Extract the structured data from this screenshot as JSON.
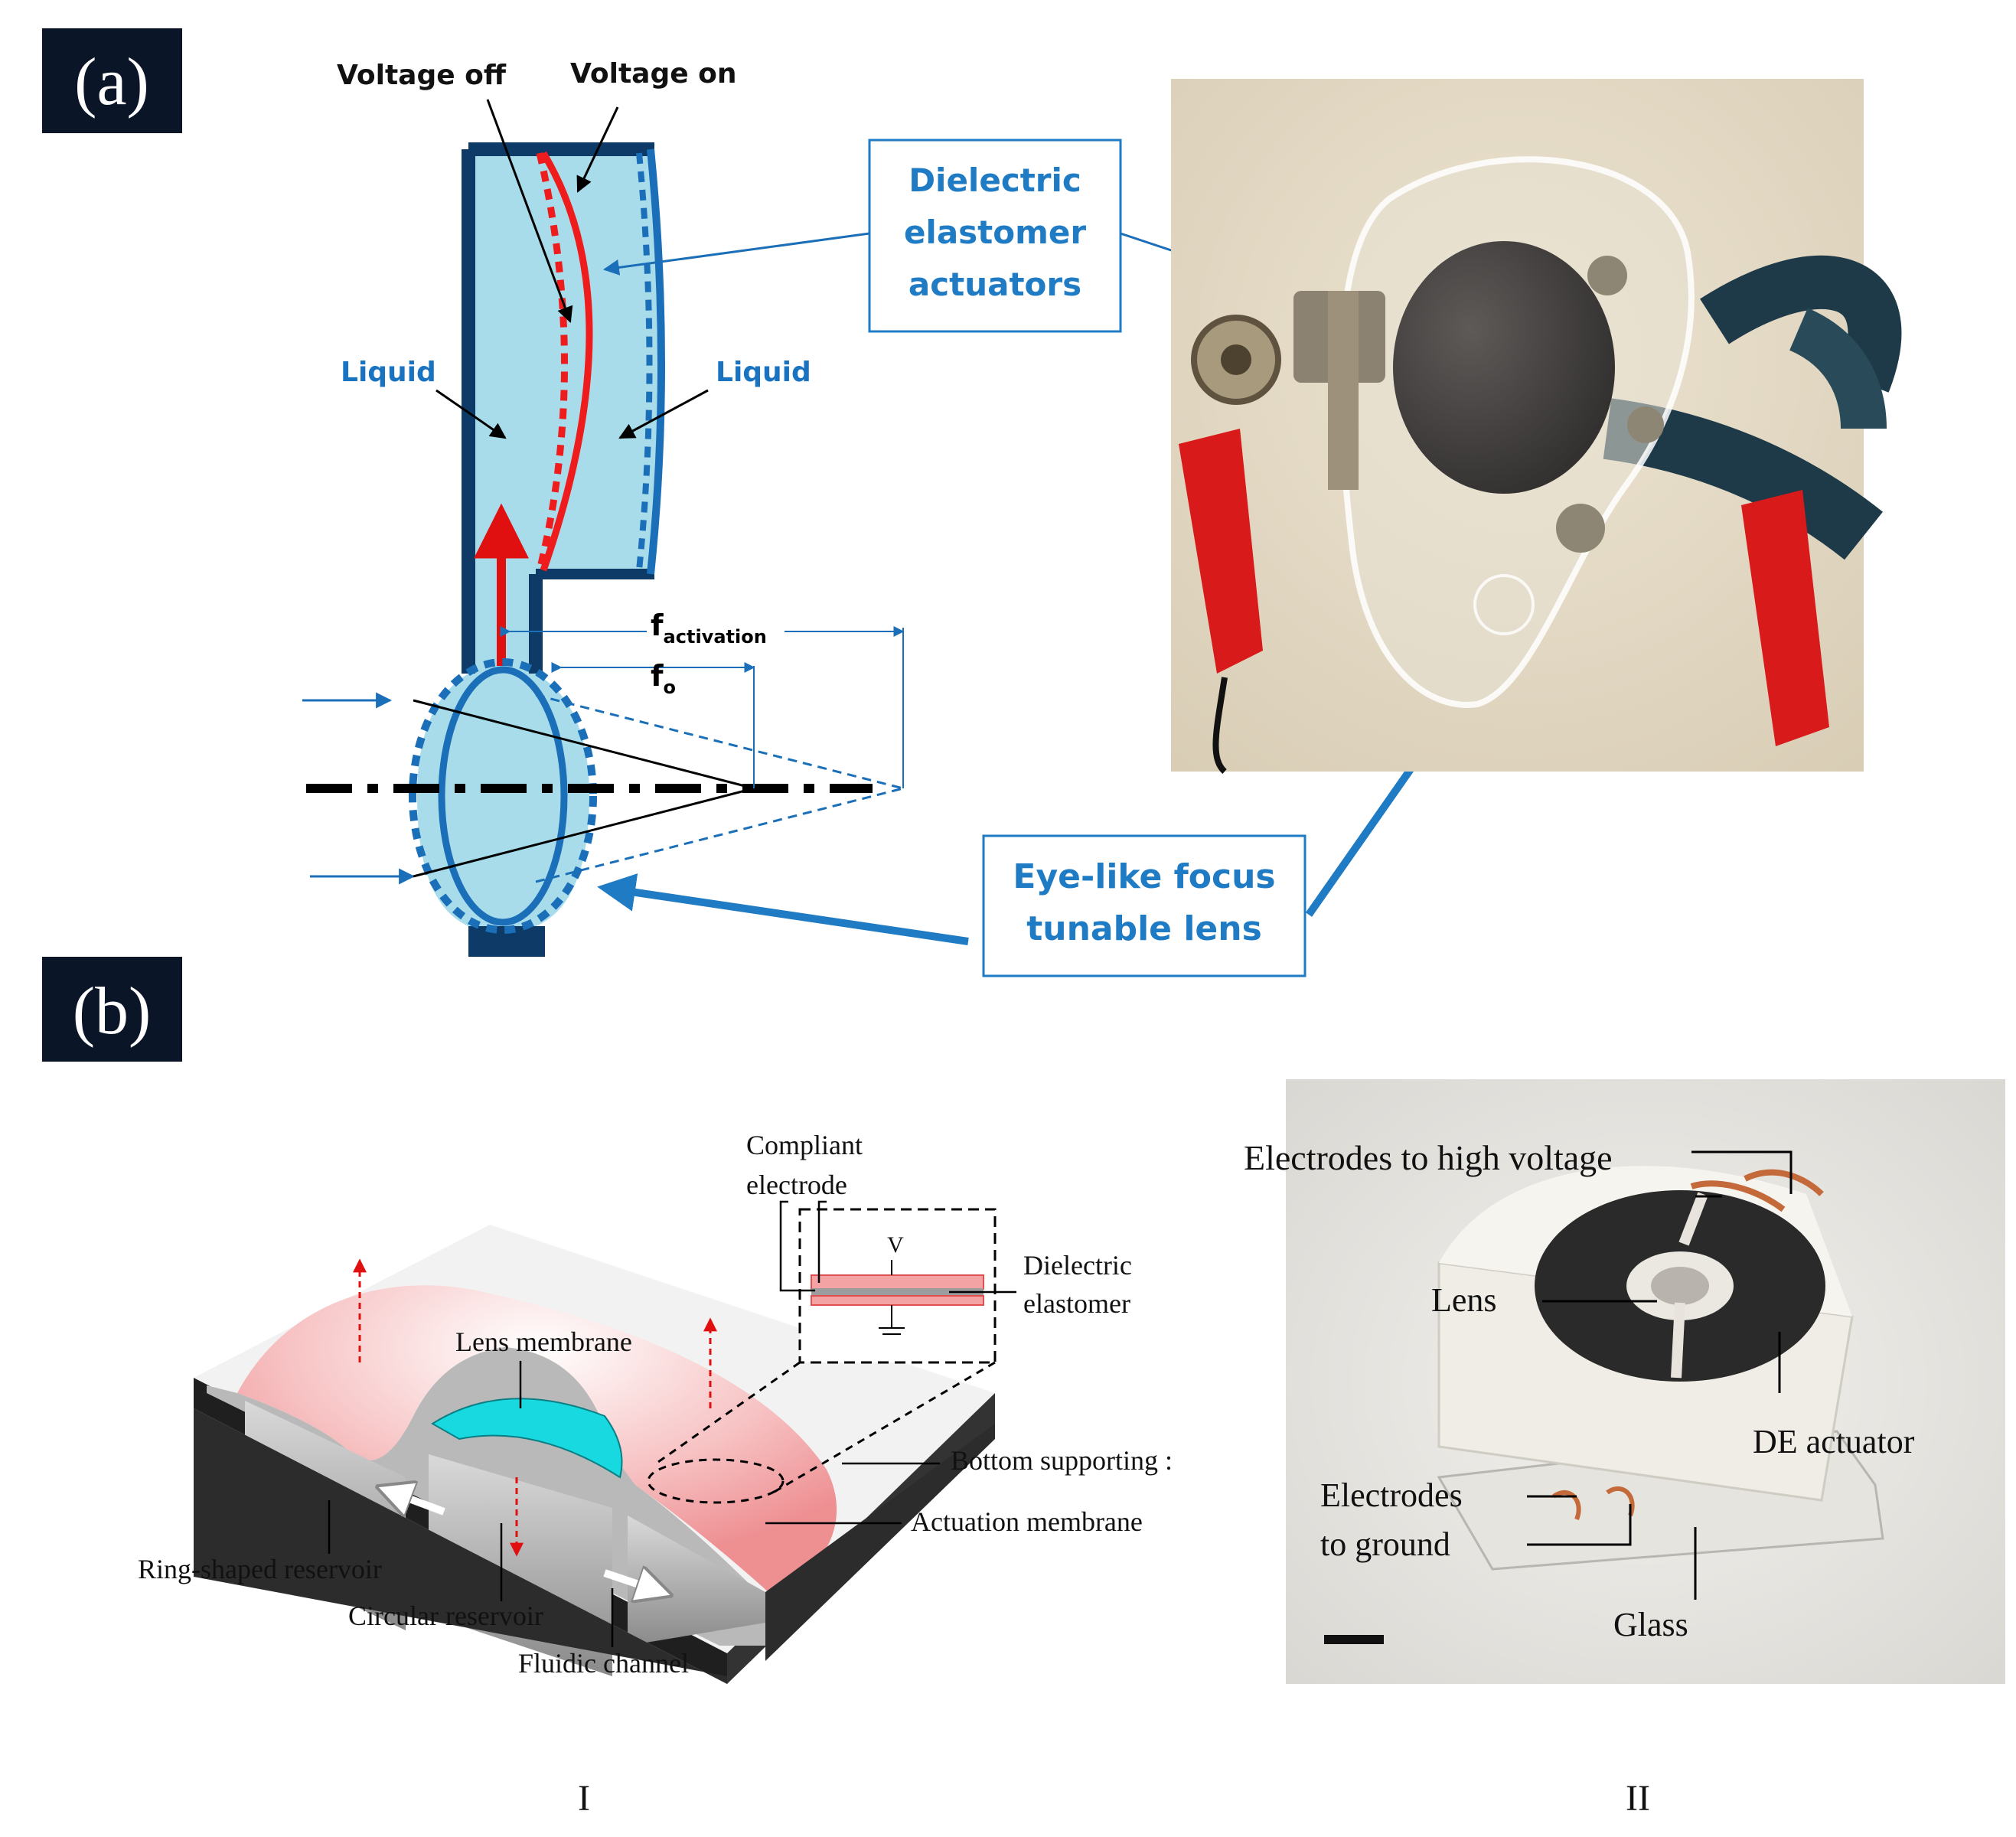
{
  "panel_a": {
    "tag": "(a)",
    "labels": {
      "voltage_off": "Voltage off",
      "voltage_on": "Voltage on",
      "liquid_left": "Liquid",
      "liquid_right": "Liquid",
      "f_activation_main": "f",
      "f_activation_sub": "activation",
      "f0_main": "f",
      "f0_sub": "o"
    },
    "callouts": {
      "dea_line1": "Dielectric",
      "dea_line2": "elastomer",
      "dea_line3": "actuators",
      "lens_line1": "Eye-like focus",
      "lens_line2": "tunable lens"
    }
  },
  "panel_b": {
    "tag": "(b)",
    "diagram": {
      "compliant_1": "Compliant",
      "compliant_2": "electrode",
      "v": "V",
      "dielectric_1": "Dielectric",
      "dielectric_2": "elastomer",
      "lens_membrane": "Lens membrane",
      "bottom_supporting": "Bottom supporting :",
      "actuation_membrane": "Actuation membrane",
      "ring_reservoir": "Ring-shaped reservoir",
      "circular_reservoir": "Circular reservoir",
      "fluidic_channel": "Fluidic channel"
    },
    "photo": {
      "electrodes_hv": "Electrodes to high voltage",
      "lens": "Lens",
      "de_actuator": "DE actuator",
      "electrodes_gnd_1": "Electrodes",
      "electrodes_gnd_2": "to ground",
      "glass": "Glass"
    },
    "sublabels": {
      "left": "I",
      "right": "II"
    }
  },
  "colors": {
    "navy": "#0a1628",
    "liquid": "#a8dcea",
    "outline_blue": "#1a6fb8",
    "accent_red": "#ee1c1c",
    "callout_blue": "#1f7bc4",
    "membrane_pink": "#f2a7a9",
    "lens_cyan": "#18d9e0"
  }
}
